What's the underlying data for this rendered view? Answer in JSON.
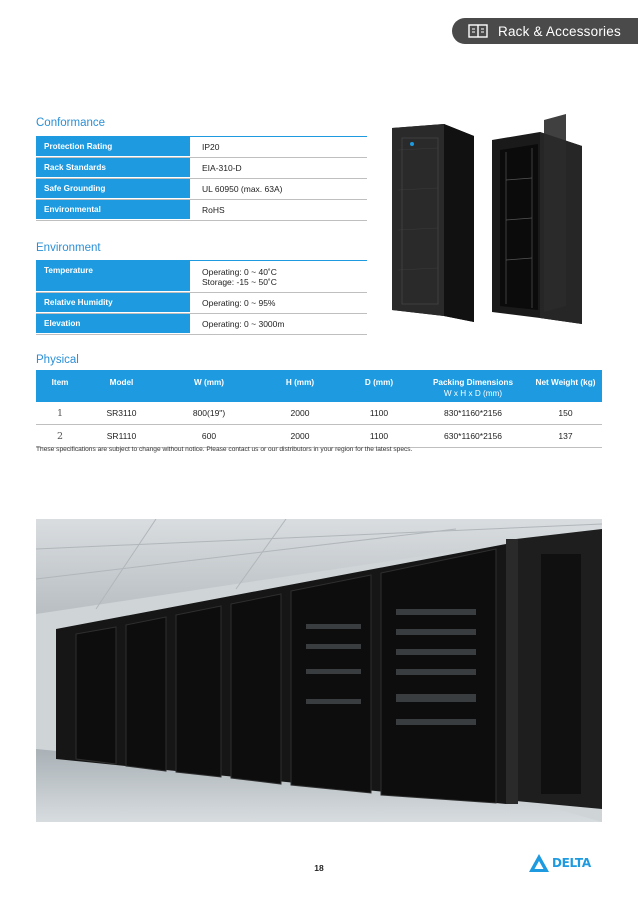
{
  "header": {
    "title": "Rack & Accessories",
    "icon": "book-icon"
  },
  "conformance": {
    "title": "Conformance",
    "rows": [
      {
        "label": "Protection Rating",
        "value": "IP20"
      },
      {
        "label": "Rack Standards",
        "value": "EIA-310-D"
      },
      {
        "label": "Safe Grounding",
        "value": "UL 60950 (max. 63A)"
      },
      {
        "label": "Environmental",
        "value": "RoHS"
      }
    ]
  },
  "environment": {
    "title": "Environment",
    "rows": [
      {
        "label": "Temperature",
        "value": "Operating: 0 ~ 40˚C",
        "value2": "Storage: -15 ~ 50˚C"
      },
      {
        "label": "Relative Humidity",
        "value": "Operating: 0 ~ 95%"
      },
      {
        "label": "Elevation",
        "value": "Operating: 0 ~ 3000m"
      }
    ]
  },
  "physical": {
    "title": "Physical",
    "headers": [
      "Item",
      "Model",
      "W (mm)",
      "H (mm)",
      "D (mm)",
      "Packing Dimensions",
      "Net Weight (kg)"
    ],
    "packing_sub": "W x H x D (mm)",
    "rows": [
      [
        "1",
        "SR3110",
        "800(19\")",
        "2000",
        "1100",
        "830*1160*2156",
        "150"
      ],
      [
        "2",
        "SR1110",
        "600",
        "2000",
        "1100",
        "630*1160*2156",
        "137"
      ]
    ]
  },
  "note": "These specifications are subject to change without notice. Please contact us or our distributors in your region for the latest specs.",
  "page_number": "18",
  "logo": {
    "text": "DELTA",
    "color": "#1d9ae0"
  },
  "colors": {
    "accent": "#1d9ae0",
    "header_bg": "#4a4a4a"
  }
}
